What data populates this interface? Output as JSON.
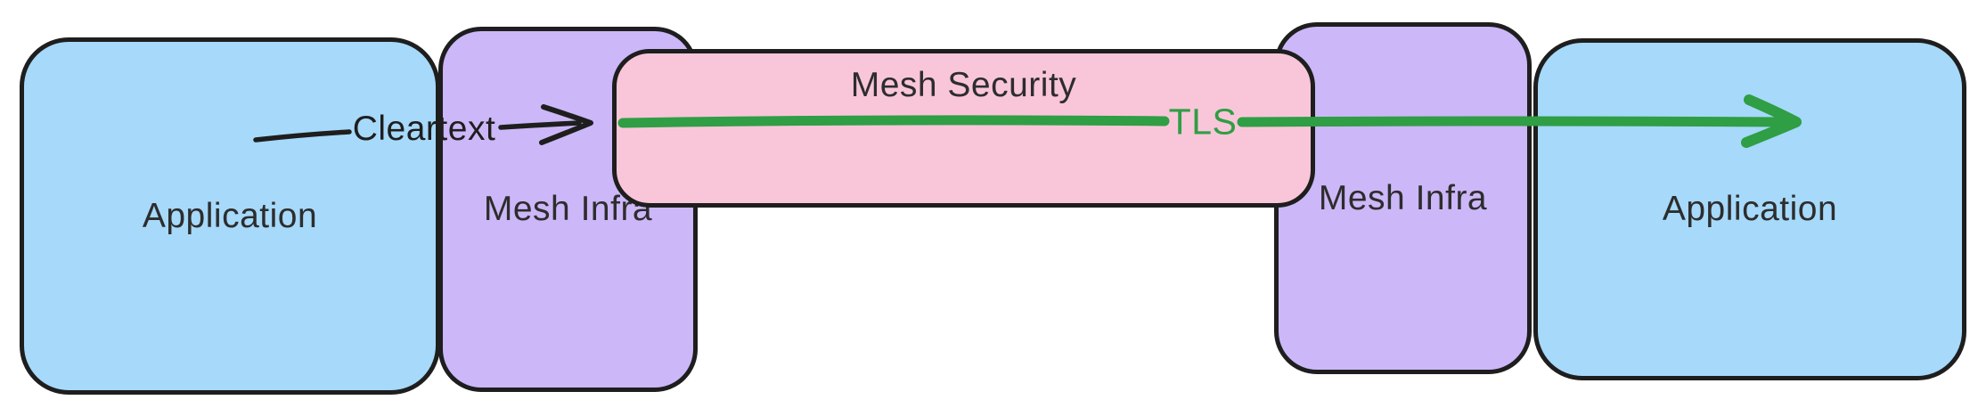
{
  "diagram": {
    "background_color": "#ffffff",
    "outline_color": "#1e1e1e",
    "text_color": "#2d2d2d",
    "boxes": [
      {
        "id": "application-left",
        "label": "Application",
        "fill": "#a6d9fa"
      },
      {
        "id": "mesh-infra-left",
        "label": "Mesh Infra",
        "fill": "#ccb7f8"
      },
      {
        "id": "mesh-security",
        "label": "Mesh Security",
        "fill": "#f9c6d9"
      },
      {
        "id": "mesh-infra-right",
        "label": "Mesh Infra",
        "fill": "#ccb7f8"
      },
      {
        "id": "application-right",
        "label": "Application",
        "fill": "#a6d9fa"
      }
    ],
    "arrows": [
      {
        "id": "cleartext",
        "label": "Cleartext",
        "color": "#1e1e1e",
        "from": "application-left",
        "to": "mesh-infra-left"
      },
      {
        "id": "tls",
        "label": "TLS",
        "color": "#2f9e44",
        "from": "mesh-infra-left",
        "to": "application-right"
      }
    ]
  }
}
